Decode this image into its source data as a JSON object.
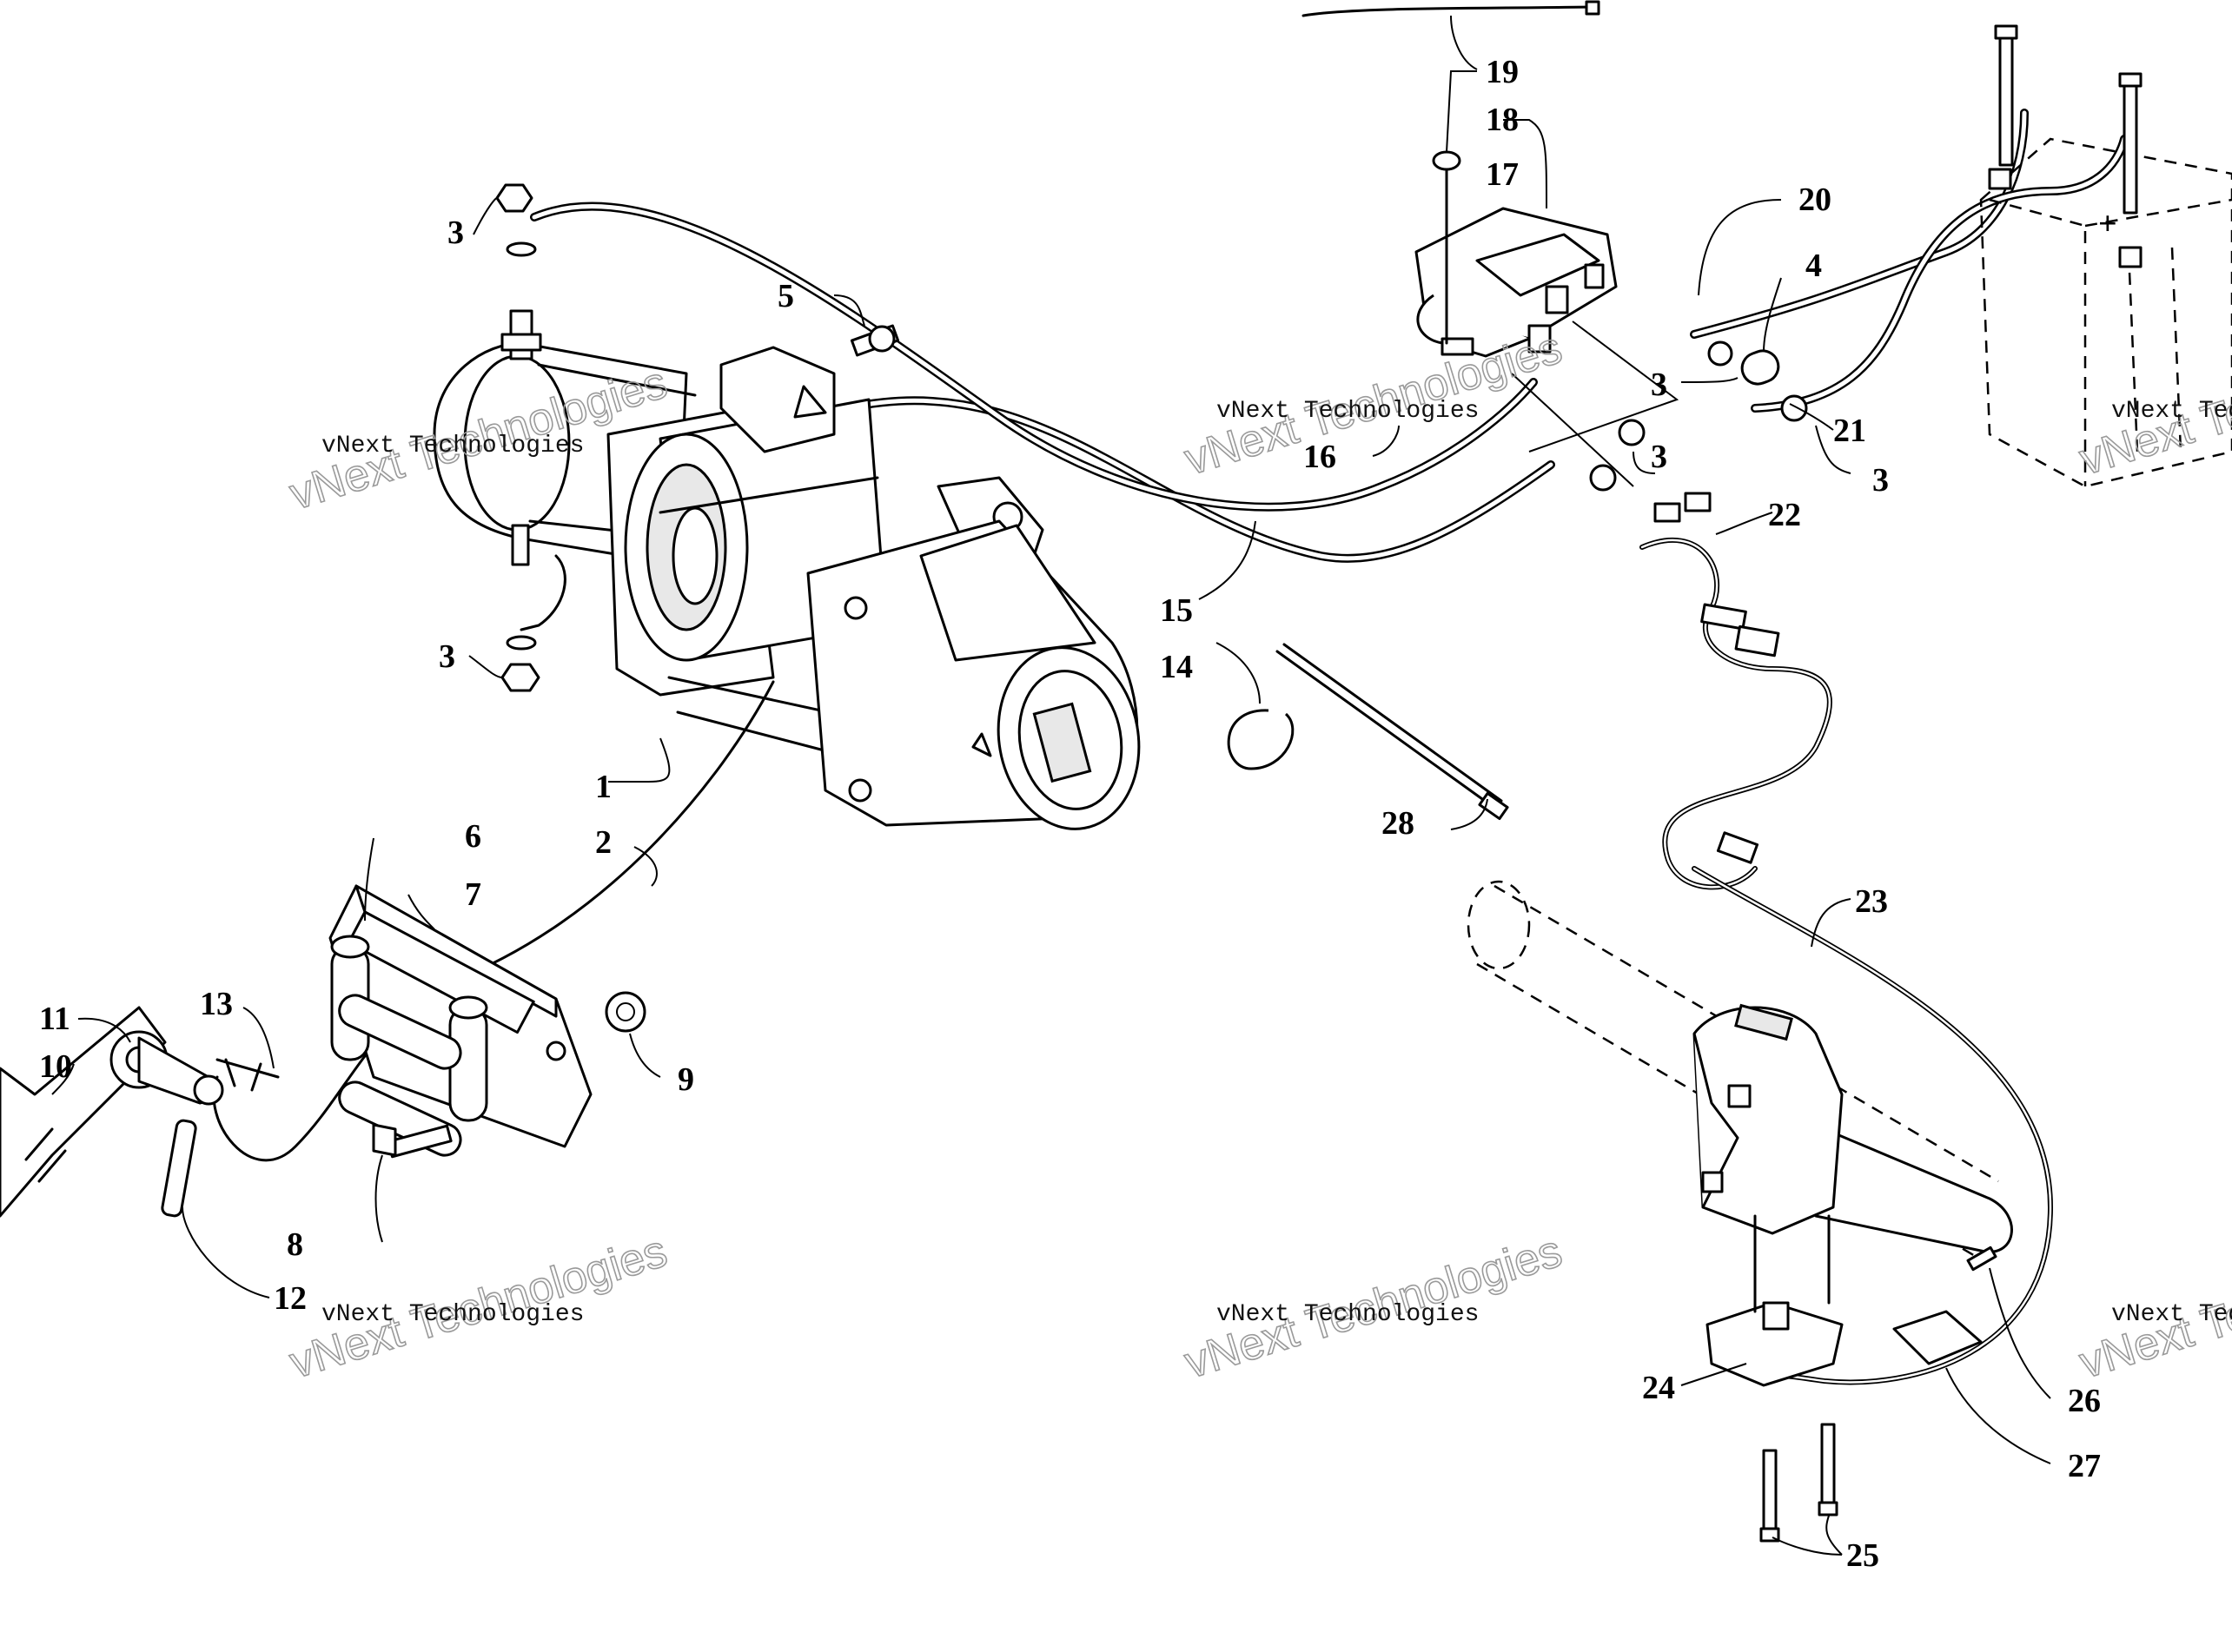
{
  "watermarks": [
    {
      "small": "vNext Technologies",
      "big": "vNext Technologies"
    },
    {
      "small": "vNext Technologies",
      "big": "vNext Technologies"
    },
    {
      "small": "vNext Technologies",
      "big": "vNext Technologies"
    },
    {
      "small": "vNext Technologies",
      "big": "vNext Technologies"
    },
    {
      "small": "vNext Technologies",
      "big": "vNext Technologies"
    },
    {
      "small": "vNext Technologies",
      "big": "vNext Technologies"
    }
  ],
  "callouts": [
    "1",
    "2",
    "3",
    "3",
    "3",
    "3",
    "3",
    "4",
    "5",
    "6",
    "7",
    "8",
    "9",
    "10",
    "11",
    "12",
    "13",
    "14",
    "15",
    "16",
    "17",
    "18",
    "19",
    "20",
    "21",
    "22",
    "23",
    "24",
    "25",
    "26",
    "27",
    "28"
  ],
  "battery_terminal_symbol": "+"
}
